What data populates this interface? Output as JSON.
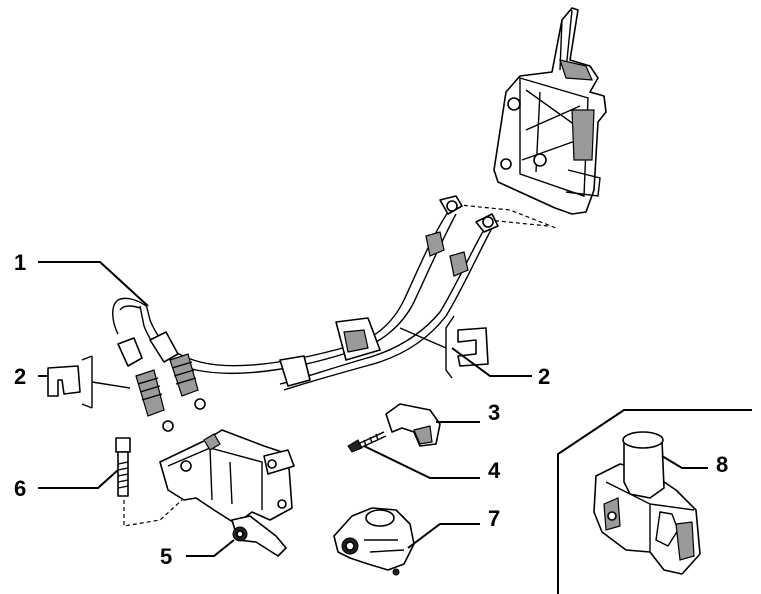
{
  "callouts": [
    {
      "id": "1",
      "label": "1"
    },
    {
      "id": "2a",
      "label": "2"
    },
    {
      "id": "2b",
      "label": "2"
    },
    {
      "id": "3",
      "label": "3"
    },
    {
      "id": "4",
      "label": "4"
    },
    {
      "id": "5",
      "label": "5"
    },
    {
      "id": "6",
      "label": "6"
    },
    {
      "id": "7",
      "label": "7"
    },
    {
      "id": "8",
      "label": "8"
    }
  ]
}
